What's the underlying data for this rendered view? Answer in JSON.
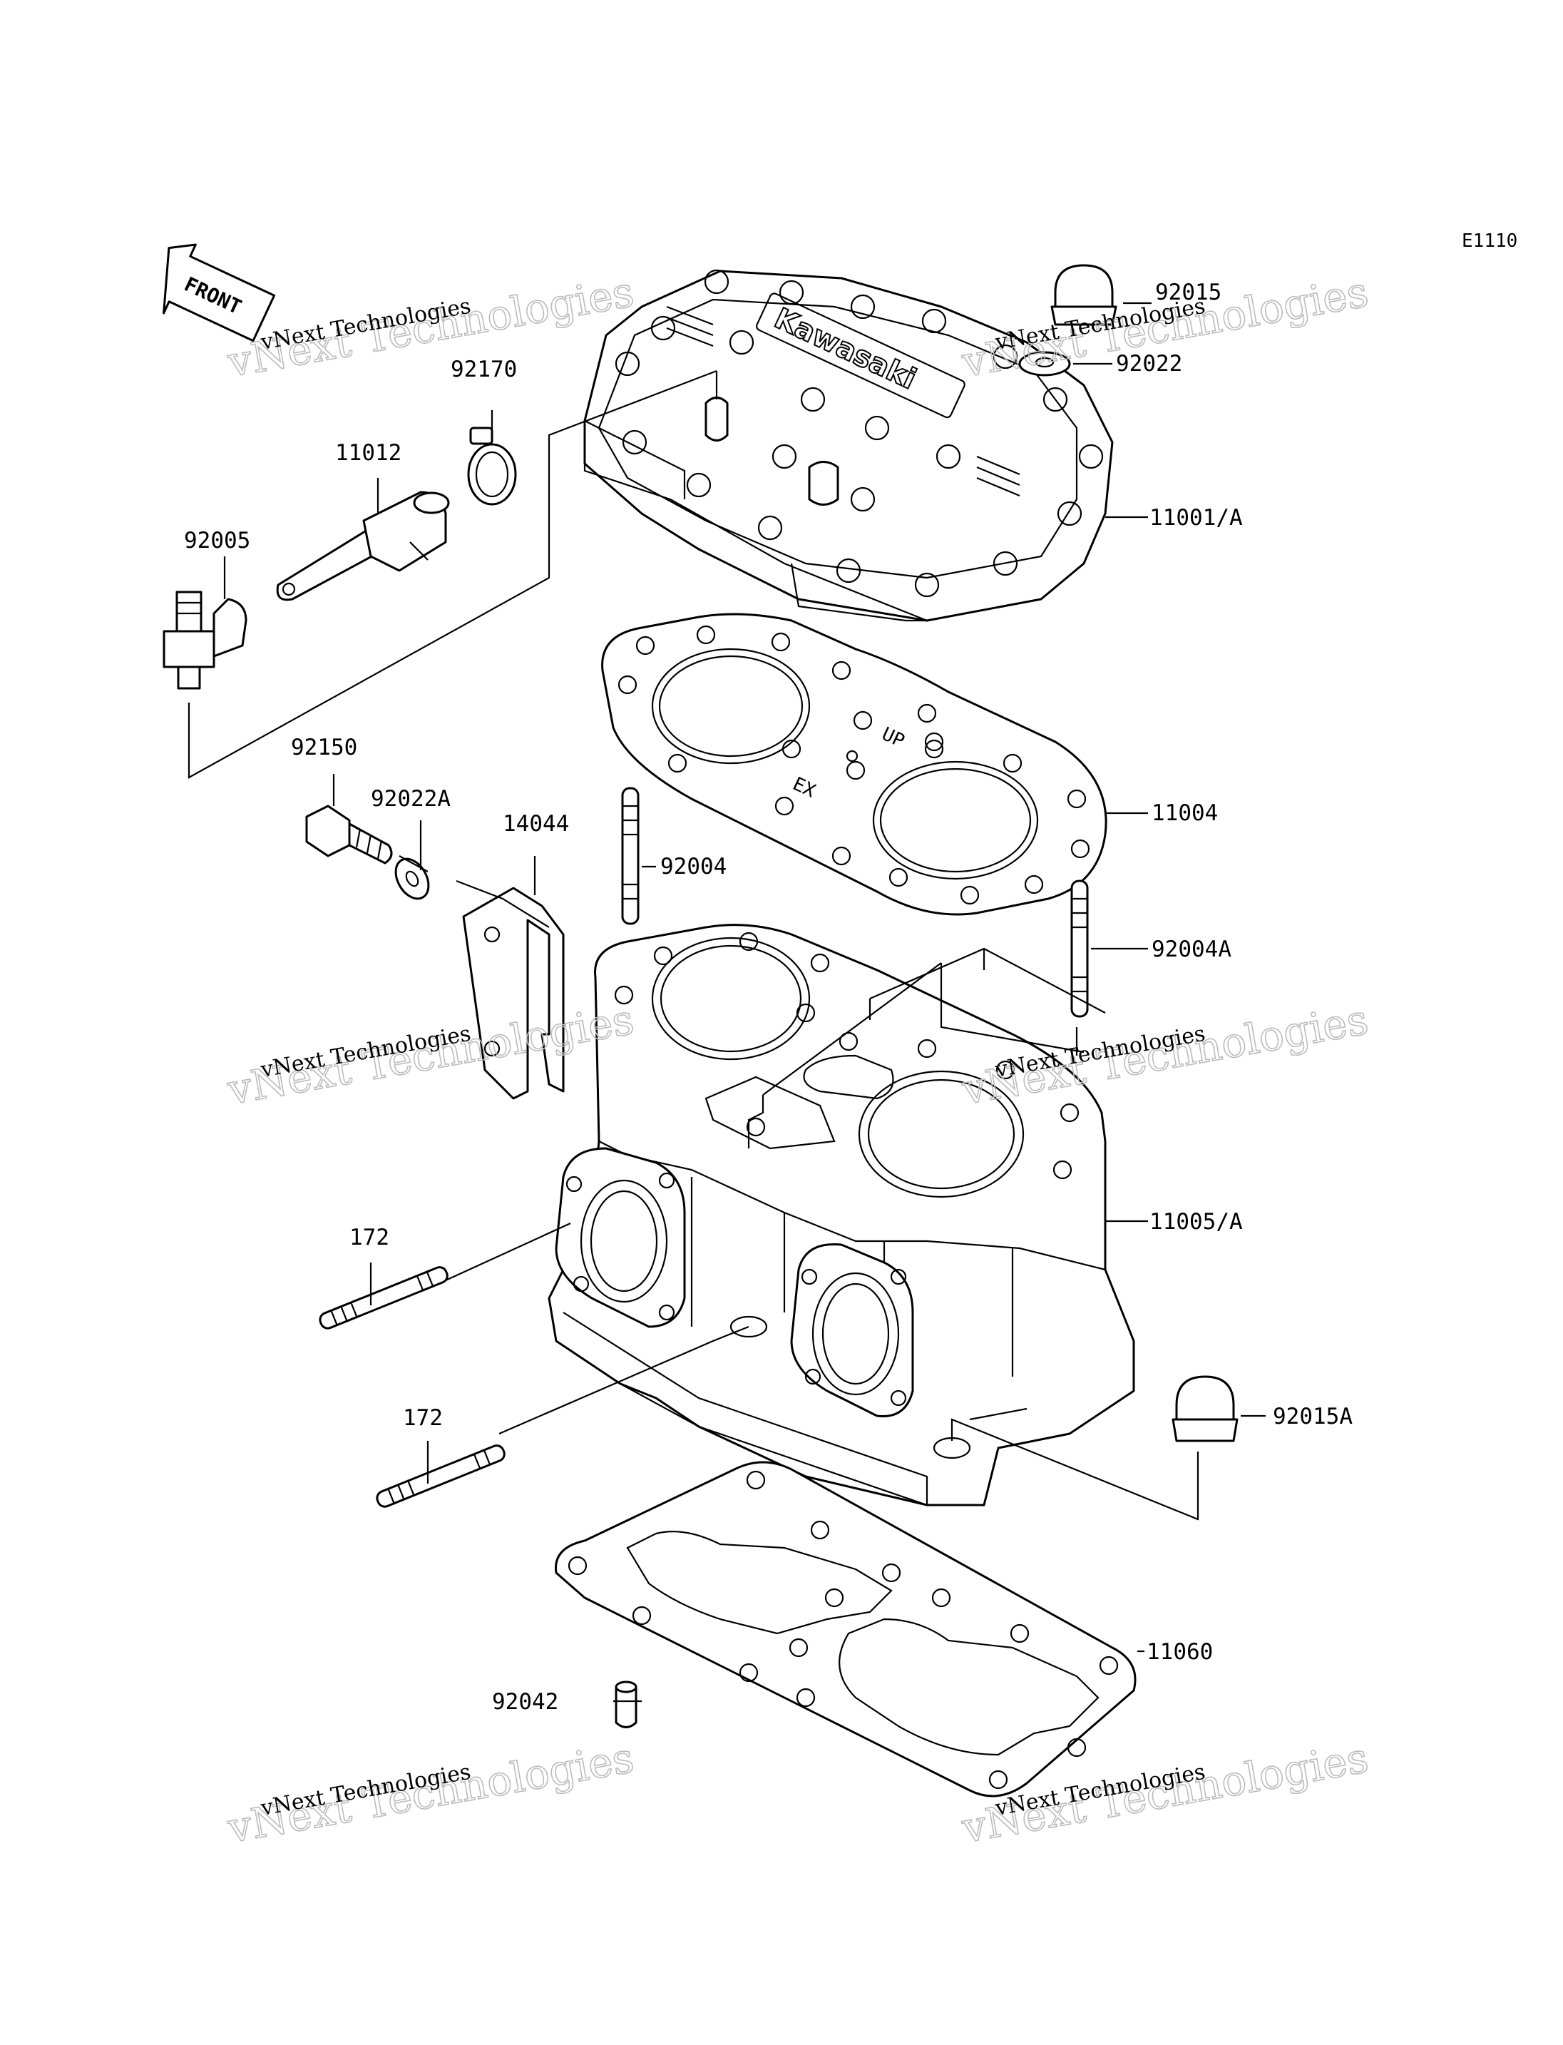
{
  "diagram": {
    "code": "E1110",
    "front_label": "FRONT",
    "head_logo": "Kawasaki",
    "gasket_marks": {
      "up": "UP",
      "ex": "EX"
    }
  },
  "callouts": {
    "p92015": "92015",
    "p92022": "92022",
    "p92170": "92170",
    "p11012": "11012",
    "p92005": "92005",
    "p11001A": "11001/A",
    "p11004": "11004",
    "p92150": "92150",
    "p92022A": "92022A",
    "p14044": "14044",
    "p92004": "92004",
    "p92004A": "92004A",
    "p11005A": "11005/A",
    "p172a": "172",
    "p172b": "172",
    "p92015A": "92015A",
    "p11060": "11060",
    "p92042": "92042"
  },
  "watermark": {
    "line1": "vNext Technologies",
    "line2": "vNext Technologies"
  }
}
